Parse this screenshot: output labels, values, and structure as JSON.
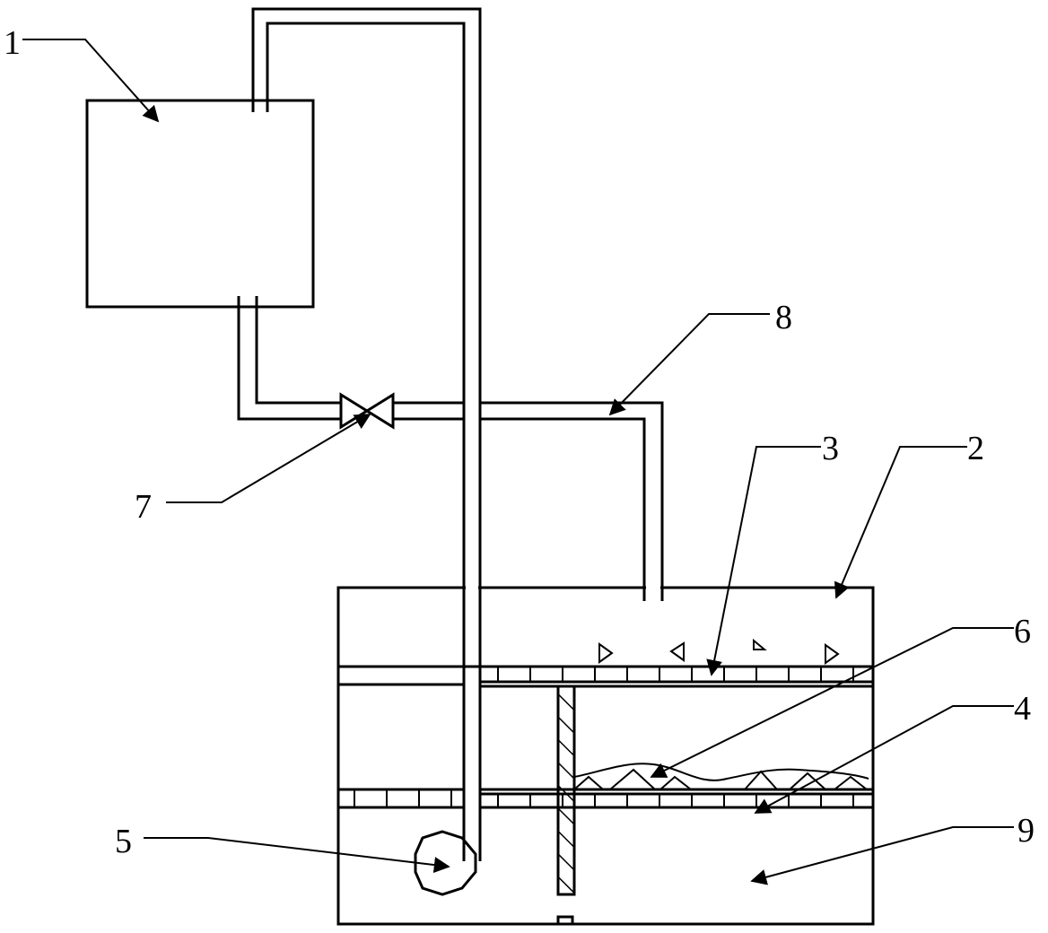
{
  "diagram": {
    "labels": {
      "n1": "1",
      "n2": "2",
      "n3": "3",
      "n4": "4",
      "n5": "5",
      "n6": "6",
      "n7": "7",
      "n8": "8",
      "n9": "9"
    }
  }
}
